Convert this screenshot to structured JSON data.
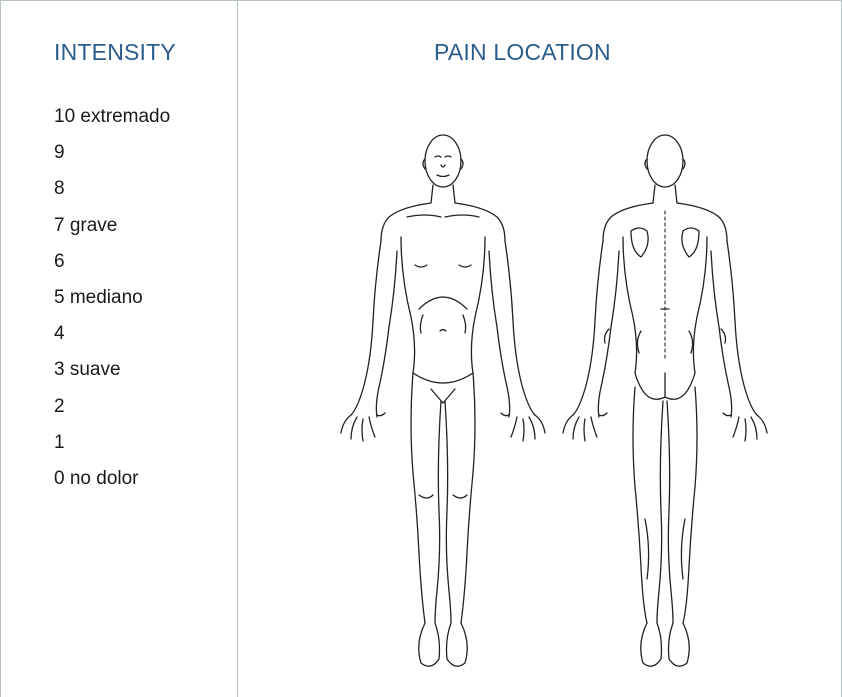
{
  "headers": {
    "intensity": "INTENSITY",
    "pain_location": "PAIN LOCATION"
  },
  "intensity_scale": [
    "10 extremado",
    "9",
    "8",
    "7 grave",
    "6",
    "5 mediano",
    "4",
    "3 suave",
    "2",
    "1",
    "0 no dolor"
  ],
  "colors": {
    "header_text": "#2b5d8c",
    "border": "#b7c2c7",
    "body_text": "#1a1a1a"
  },
  "figures": [
    "body-front-outline",
    "body-back-outline"
  ]
}
